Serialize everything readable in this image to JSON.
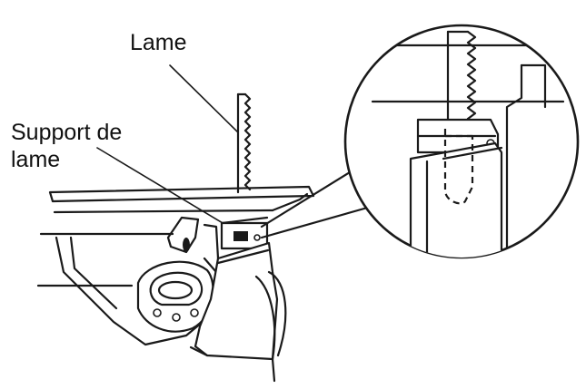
{
  "labels": {
    "blade": "Lame",
    "holder_line1": "Support de",
    "holder_line2": "lame"
  }
}
